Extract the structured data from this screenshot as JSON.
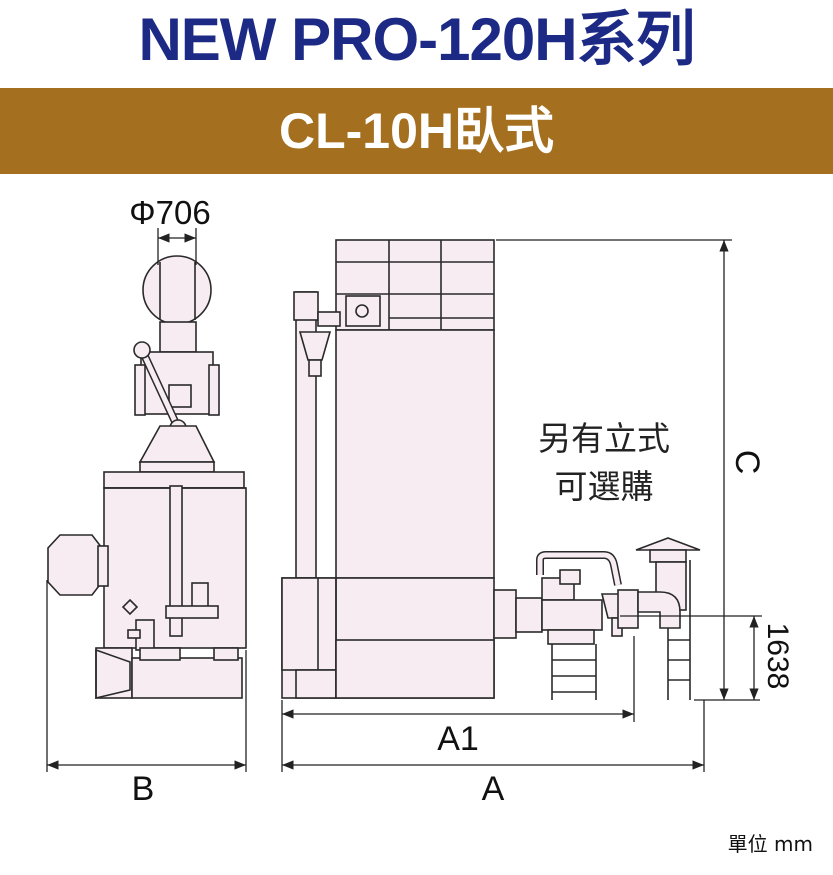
{
  "header": {
    "series_title": "NEW PRO-120H系列",
    "model_title": "CL-10H臥式"
  },
  "dimensions": {
    "diameter": "Φ706",
    "height_c": "C",
    "height_1638": "1638",
    "length_a1": "A1",
    "length_a": "A",
    "width_b": "B"
  },
  "note": {
    "line1": "另有立式",
    "line2": "可選購"
  },
  "unit_label": "單位 mm",
  "colors": {
    "title": "#1c2a86",
    "band": "#a46f1e",
    "machine_fill": "#f7ecf1",
    "outline": "#2a2a2a"
  }
}
